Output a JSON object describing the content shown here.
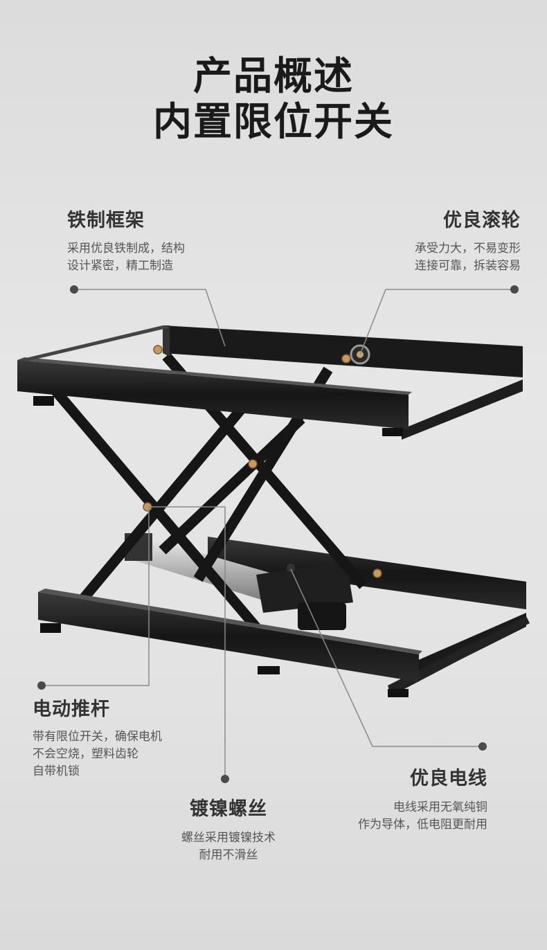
{
  "header": {
    "line1": "产品概述",
    "line2": "内置限位开关"
  },
  "features": {
    "frame": {
      "title": "铁制框架",
      "desc1": "采用优良铁制成，结构",
      "desc2": "设计紧密，精工制造"
    },
    "roller": {
      "title": "优良滚轮",
      "desc1": "承受力大，不易变形",
      "desc2": "连接可靠，拆装容易"
    },
    "actuator": {
      "title": "电动推杆",
      "desc1": "带有限位开关，确保电机",
      "desc2": "不会空烧，塑料齿轮",
      "desc3": "自带机锁"
    },
    "screw": {
      "title": "镀镍螺丝",
      "desc1": "螺丝采用镀镍技术",
      "desc2": "耐用不滑丝"
    },
    "wire": {
      "title": "优良电线",
      "desc1": "电线采用无氧纯铜",
      "desc2": "作为导体，低电阻更耐用"
    }
  },
  "colors": {
    "frame": "#1c1c1c",
    "callout": "#8a8a8a",
    "dot": "#4a4a4a"
  }
}
